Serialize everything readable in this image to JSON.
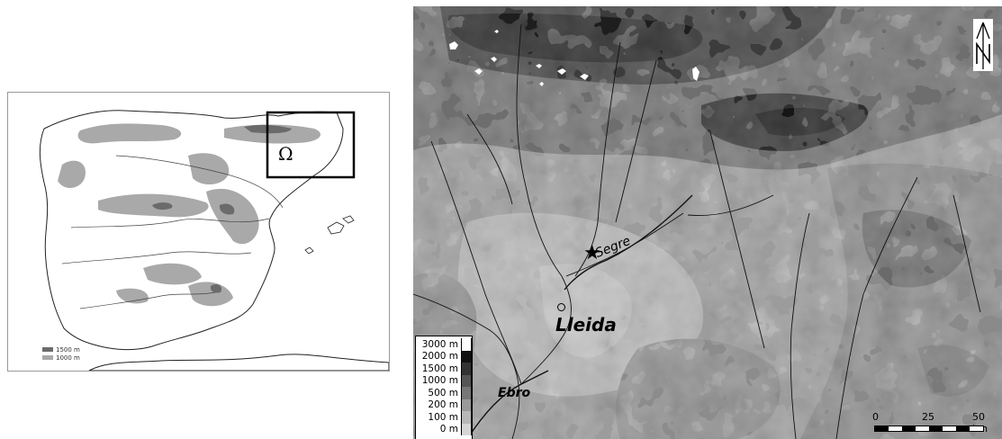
{
  "inset_map": {
    "region_symbol": "Ω",
    "legend": [
      {
        "label": "1500 m",
        "color": "#6b6b6b"
      },
      {
        "label": "1000 m",
        "color": "#a9a9a9"
      }
    ]
  },
  "main_map": {
    "places": [
      {
        "name": "Lleida",
        "type": "city"
      },
      {
        "name": "Segre",
        "type": "river"
      },
      {
        "name": "Ebro",
        "type": "river"
      }
    ],
    "elevation_legend": [
      {
        "label": "3000 m",
        "color": "#ffffff"
      },
      {
        "label": "2000 m",
        "color": "#111111"
      },
      {
        "label": "1500 m",
        "color": "#333333"
      },
      {
        "label": "1000 m",
        "color": "#555555"
      },
      {
        "label": "500 m",
        "color": "#777777"
      },
      {
        "label": "200 m",
        "color": "#9a9a9a"
      },
      {
        "label": "100 m",
        "color": "#b8b8b8"
      },
      {
        "label": "0 m",
        "color": "#d6d6d6"
      }
    ],
    "scale_bar": {
      "ticks": [
        "0",
        "25",
        "50 km"
      ]
    },
    "north_arrow": "N",
    "site_marker": "star-icon"
  }
}
